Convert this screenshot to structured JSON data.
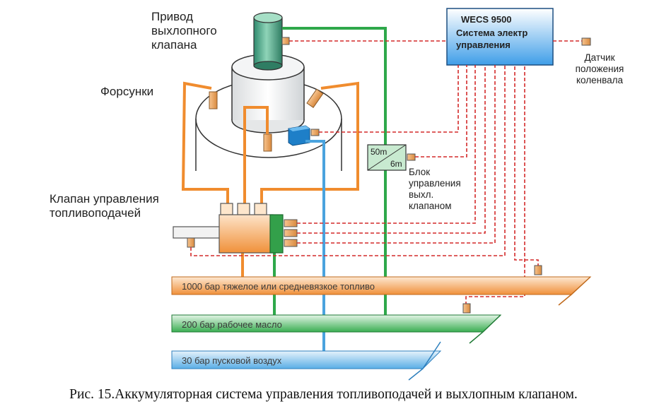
{
  "labels": {
    "exhaust_valve_drive": [
      "Привод",
      "выхлопного",
      "клапана"
    ],
    "injectors": "Форсунки",
    "fuel_control_valve": [
      "Клапан управления",
      "топливоподачей"
    ],
    "wecs_title": "WECS 9500",
    "wecs_subtitle": [
      "Система электр",
      "управления"
    ],
    "crank_sensor": [
      "Датчик",
      "положения",
      "коленвала"
    ],
    "exhaust_control_unit": [
      "Блок",
      "управления",
      "выхл.",
      "клапаном"
    ],
    "box_top": "50m",
    "box_bottom": "6m"
  },
  "rails": [
    {
      "label": "1000 бар тяжелое или средневязкое топливо",
      "color": "#f08c2e"
    },
    {
      "label": "200 бар рабочее масло",
      "color": "#2ea84a"
    },
    {
      "label": "30 бар пусковой воздух",
      "color": "#4aa3de"
    }
  ],
  "caption": "Рис. 15.Аккумуляторная система управления топливоподачей и выхлопным клапаном.",
  "colors": {
    "fuel": "#f08c2e",
    "oil": "#2ea84a",
    "air": "#4aa3de",
    "signal": "#d42a2a",
    "control_box": "#5aa9e6"
  }
}
